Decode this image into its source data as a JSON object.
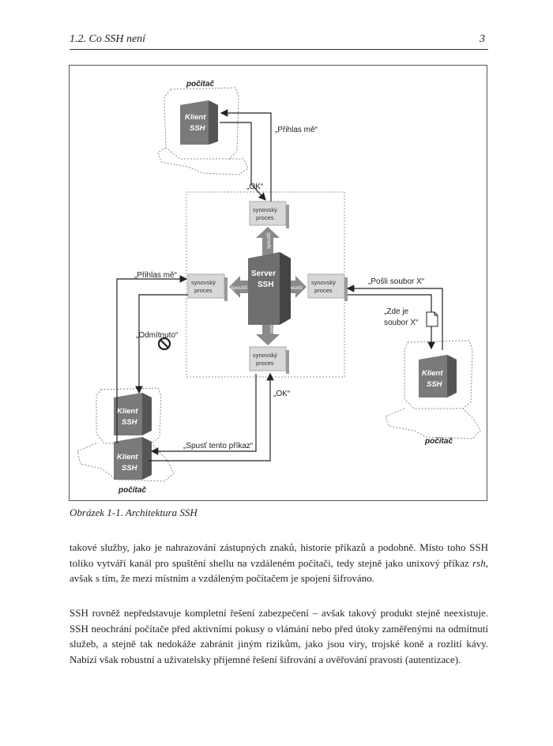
{
  "header": {
    "section": "1.2. Co SSH není",
    "page_number": "3"
  },
  "figure": {
    "caption": "Obrázek 1-1. Architektura SSH",
    "labels": {
      "pocitac": "počítač",
      "klient_1": "Klient",
      "klient_2": "SSH",
      "server_1": "Server",
      "server_2": "SSH",
      "synovsky_1": "synovský",
      "synovsky_2": "proces",
      "spousti": "spouští",
      "prihlas_me": "„Přihlas mě“",
      "ok": "„OK“",
      "odmitnuto": "„Odmítnuto“",
      "posli_soubor": "„Pošli soubor X“",
      "zde_je_1": "„Zde je",
      "zde_je_2": "soubor X“",
      "spust_prikaz": "„Spusť tento příkaz“"
    },
    "colors": {
      "server": "#6e6e6e",
      "client_box": "#7a7a7a",
      "child_box": "#d8d8d8",
      "arrow": "#8a8a8a"
    }
  },
  "body": {
    "p1_a": "takové služby, jako je nahrazování zástupných znaků, historie příkazů a podobně. Místo toho SSH toliko vytváří kanál pro spuštění shellu na vzdáleném počítači, tedy stejně jako unixový příkaz ",
    "p1_em": "rsh",
    "p1_b": ", avšak s tím, že mezi místním a vzdáleným počítačem je spojení šifrováno.",
    "p2": "SSH rovněž nepředstavuje kompletní řešení zabezpečení – avšak takový produkt stejně neexistuje. SSH neochrání počítače před aktivními pokusy o vlámání nebo před útoky zaměřenými na odmítnutí služeb, a stejně tak nedokáže zabránit jiným rizikům, jako jsou viry, trojské koně a rozlití kávy. Nabízí však robustní a uživatelsky příjemné řešení šifrování a ověřování pravosti (autentizace)."
  }
}
